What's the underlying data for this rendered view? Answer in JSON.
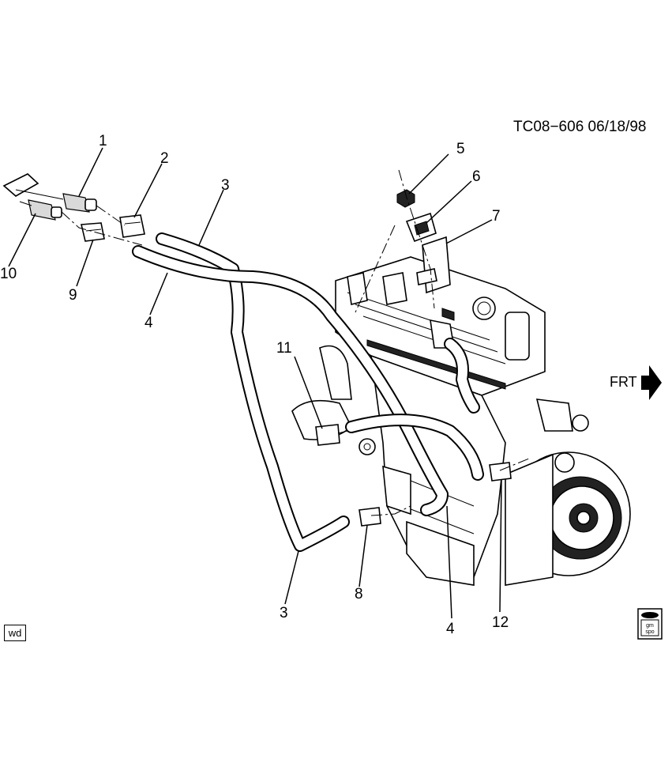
{
  "diagram_ref": "TC08−606  06/18/98",
  "direction_label": "FRT",
  "corner_tag": "wd",
  "logo_text": "gm spo",
  "callouts": [
    "1",
    "2",
    "3",
    "4",
    "5",
    "6",
    "7",
    "8",
    "9",
    "10",
    "11",
    "12",
    "3",
    "4"
  ]
}
